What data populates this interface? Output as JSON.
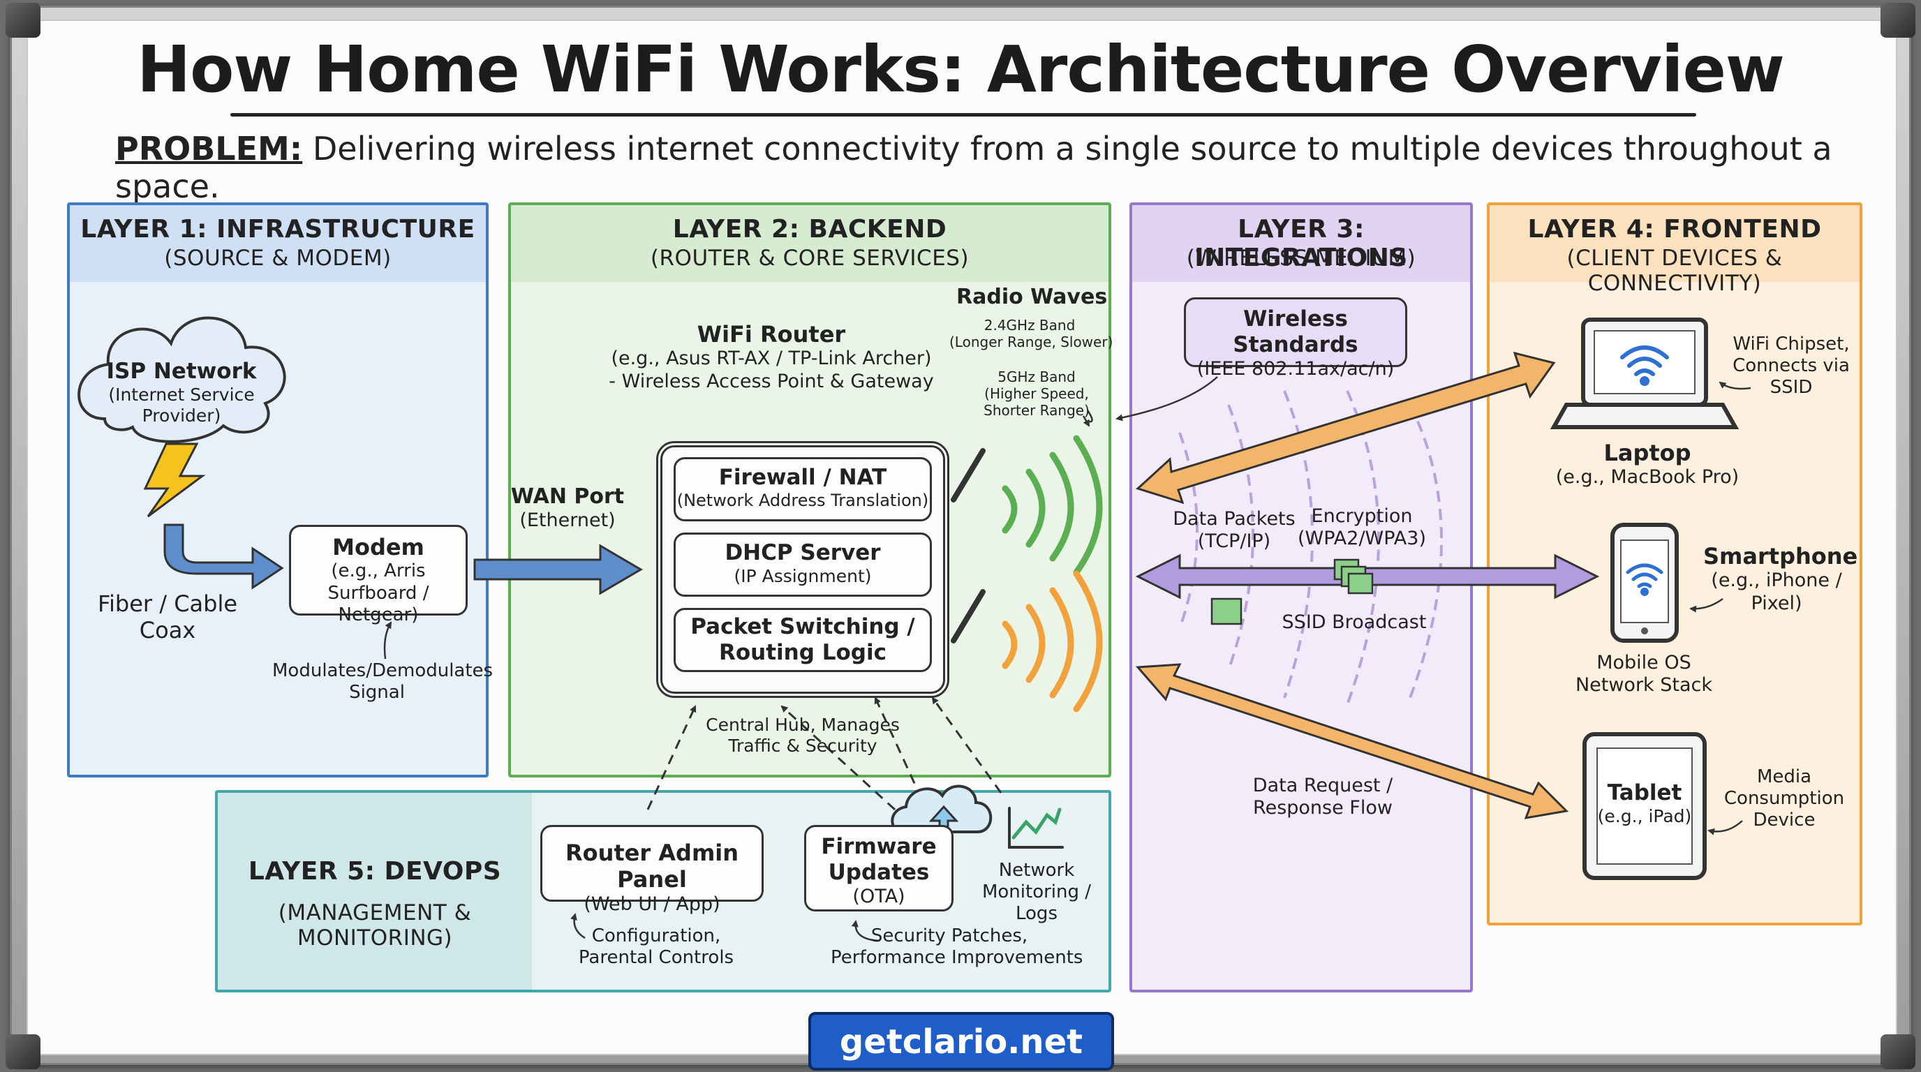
{
  "title": "How Home WiFi Works: Architecture Overview",
  "problem": {
    "label": "PROBLEM:",
    "text": "Delivering wireless internet connectivity from a single source to multiple devices throughout a space."
  },
  "colors": {
    "layer1": "#3f7bc3",
    "layer2": "#5cae52",
    "layer3": "#9a78c9",
    "layer4": "#f2a23c",
    "layer5": "#44a7ab",
    "footer": "#1f5ec9"
  },
  "layer1": {
    "title": "LAYER 1: INFRASTRUCTURE",
    "subtitle": "(SOURCE & MODEM)",
    "isp_title": "ISP Network",
    "isp_desc1": "(Internet Service",
    "isp_desc2": "Provider)",
    "fiber1": "Fiber / Cable",
    "fiber2": "Coax",
    "modem_title": "Modem",
    "modem_desc1": "(e.g., Arris",
    "modem_desc2": "Surfboard / Netgear)",
    "modem_note1": "Modulates/Demodulates",
    "modem_note2": "Signal"
  },
  "layer2": {
    "title": "LAYER 2: BACKEND",
    "subtitle": "(ROUTER & CORE SERVICES)",
    "router_title": "WiFi Router",
    "router_desc1": "(e.g., Asus RT-AX / TP-Link Archer)",
    "router_desc2": "- Wireless Access Point & Gateway",
    "wan1": "WAN Port",
    "wan2": "(Ethernet)",
    "firewall_title": "Firewall / NAT",
    "firewall_desc": "(Network Address Translation)",
    "dhcp_title": "DHCP Server",
    "dhcp_desc": "(IP Assignment)",
    "switch_title1": "Packet Switching /",
    "switch_title2": "Routing Logic",
    "hub1": "Central Hub, Manages",
    "hub2": "Traffic & Security",
    "radio_title": "Radio Waves",
    "band24_1": "2.4GHz Band",
    "band24_2": "(Longer Range, Slower)",
    "band5_1": "5GHz Band",
    "band5_2": "(Higher Speed,",
    "band5_3": "Shorter Range)"
  },
  "layer3": {
    "title": "LAYER 3: INTEGRATIONS",
    "subtitle": "(WIRELESS MEDIUM)",
    "standards_title": "Wireless Standards",
    "standards_desc": "(IEEE 802.11ax/ac/n)",
    "packets1": "Data Packets",
    "packets2": "(TCP/IP)",
    "encryption1": "Encryption",
    "encryption2": "(WPA2/WPA3)",
    "ssid": "SSID Broadcast",
    "request1": "Data Request /",
    "request2": "Response Flow"
  },
  "layer4": {
    "title": "LAYER 4: FRONTEND",
    "subtitle": "(CLIENT DEVICES & CONNECTIVITY)",
    "laptop_title": "Laptop",
    "laptop_desc": "(e.g., MacBook Pro)",
    "chipset1": "WiFi Chipset,",
    "chipset2": "Connects via",
    "chipset3": "SSID",
    "phone_title": "Smartphone",
    "phone_desc1": "(e.g., iPhone /",
    "phone_desc2": "Pixel)",
    "mobile1": "Mobile OS",
    "mobile2": "Network Stack",
    "tablet_title": "Tablet",
    "tablet_desc": "(e.g., iPad)",
    "media1": "Media",
    "media2": "Consumption",
    "media3": "Device"
  },
  "layer5": {
    "title": "LAYER 5: DEVOPS",
    "subtitle": "(MANAGEMENT & MONITORING)",
    "admin_title": "Router Admin Panel",
    "admin_desc": "(Web UI / App)",
    "admin_note1": "Configuration,",
    "admin_note2": "Parental Controls",
    "firmware_title1": "Firmware",
    "firmware_title2": "Updates",
    "firmware_desc": "(OTA)",
    "firmware_note1": "Security Patches,",
    "firmware_note2": "Performance Improvements",
    "monitor1": "Network",
    "monitor2": "Monitoring /",
    "monitor3": "Logs"
  },
  "footer": "getclario.net"
}
